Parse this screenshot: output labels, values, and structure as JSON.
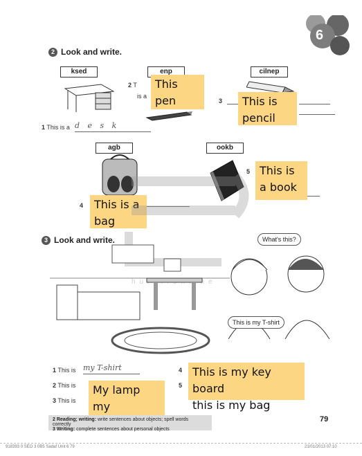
{
  "unit_number": "6",
  "exercise2": {
    "number": "2",
    "title": "Look and write.",
    "items": [
      {
        "scramble": "ksed",
        "num": "1",
        "prefix": "This is a",
        "answer": "d e s k"
      },
      {
        "scramble": "enp",
        "num": "2",
        "prefix_top": "T",
        "prefix": "is a",
        "note": "This pen"
      },
      {
        "scramble": "cilnep",
        "num": "3",
        "note": "This is pencil"
      },
      {
        "scramble": "agb",
        "num": "4",
        "note": "This is a bag"
      },
      {
        "scramble": "ookb",
        "num": "5",
        "note": "This is a book"
      }
    ]
  },
  "exercise3": {
    "number": "3",
    "title": "Look and write.",
    "bubble_question": "What's this?",
    "bubble_answer": "This is my T-shirt",
    "lines": [
      {
        "num": "1",
        "prefix": "This is",
        "answer": "my T-shirt"
      },
      {
        "num": "2",
        "prefix": "This is"
      },
      {
        "num": "3",
        "prefix": "This is"
      },
      {
        "num": "4"
      },
      {
        "num": "5"
      }
    ],
    "note_left": [
      "My lamp",
      "my computer"
    ],
    "note_right": [
      "This is my key board",
      "this is my bag"
    ]
  },
  "footer": {
    "line1_num": "2",
    "line1_label": "Reading; writing:",
    "line1_text": "write sentences about objects; spell words correctly",
    "line2_num": "3",
    "line2_label": "Writing:",
    "line2_text": "complete sentences about personal objects",
    "page_number": "79"
  },
  "print_slug_left": "918393 0 SEO 3 0B5 Sadaf Unit 6 79",
  "print_slug_right": "21/01/2013 07:10",
  "watermark_text": "hulul.online"
}
